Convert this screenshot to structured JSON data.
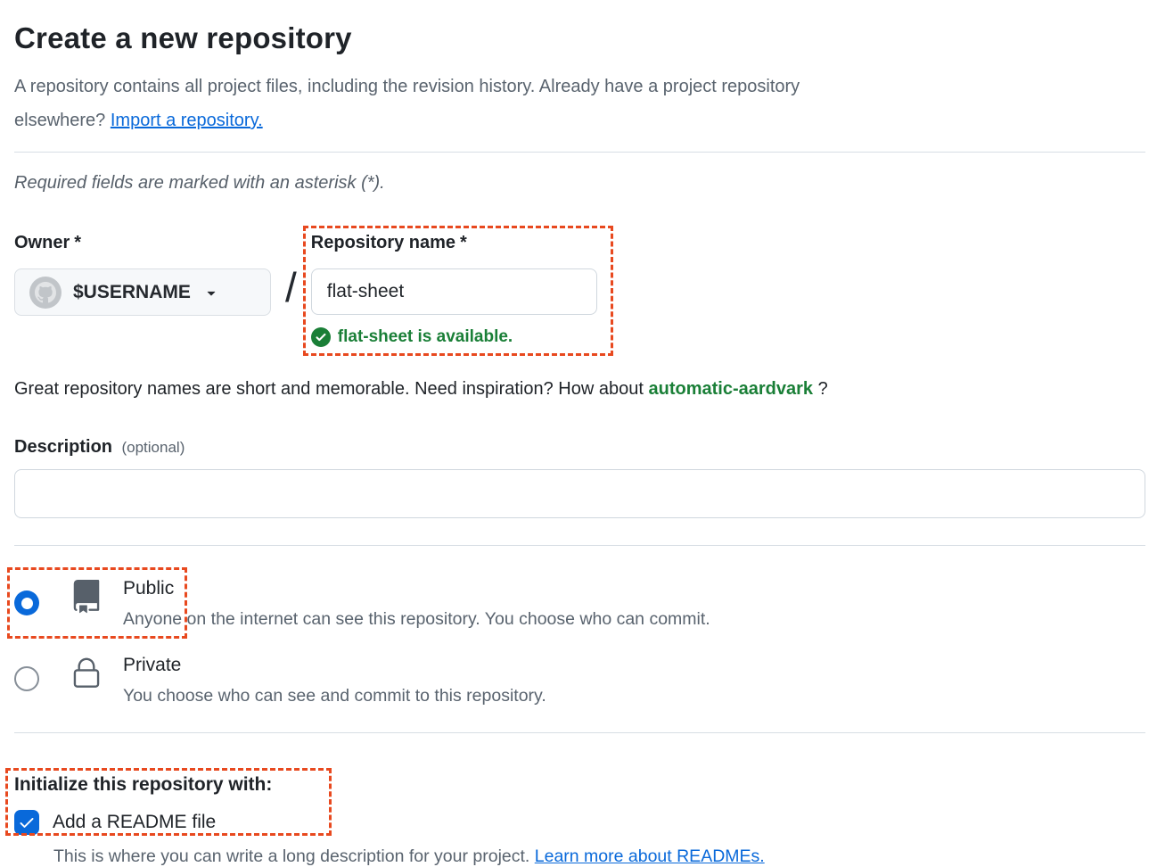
{
  "page": {
    "title": "Create a new repository",
    "intro_line1": "A repository contains all project files, including the revision history. Already have a project repository",
    "intro_line2": "elsewhere?",
    "intro_link": "Import a repository.",
    "required_note": "Required fields are marked with an asterisk (*)."
  },
  "owner_field": {
    "label": "Owner",
    "required_mark": "*",
    "selected_owner": "$USERNAME",
    "separator": "/"
  },
  "repo_name_field": {
    "label": "Repository name",
    "required_mark": "*",
    "value": "flat-sheet",
    "availability_message": "flat-sheet is available."
  },
  "name_suggestion": {
    "text": "Great repository names are short and memorable. Need inspiration? How about",
    "suggested_name": "automatic-aardvark",
    "suffix": "?"
  },
  "description_field": {
    "label": "Description",
    "optional_hint": "(optional)",
    "value": ""
  },
  "visibility": {
    "public": {
      "label": "Public",
      "description": "Anyone on the internet can see this repository. You choose who can commit.",
      "selected": true
    },
    "private": {
      "label": "Private",
      "description": "You choose who can see and commit to this repository.",
      "selected": false
    }
  },
  "initialize_section": {
    "heading": "Initialize this repository with:",
    "readme_checkbox_label": "Add a README file",
    "readme_checked": true,
    "readme_hint": "This is where you can write a long description for your project.",
    "readme_link": "Learn more about READMEs."
  },
  "colors": {
    "accent_blue": "#0969da",
    "success_green": "#1a7f37",
    "annotation_orange_red": "#e8491f",
    "text_primary": "#1f2328",
    "text_muted": "#59636e",
    "border": "#d0d7de",
    "owner_button_bg": "#f6f8fa"
  }
}
